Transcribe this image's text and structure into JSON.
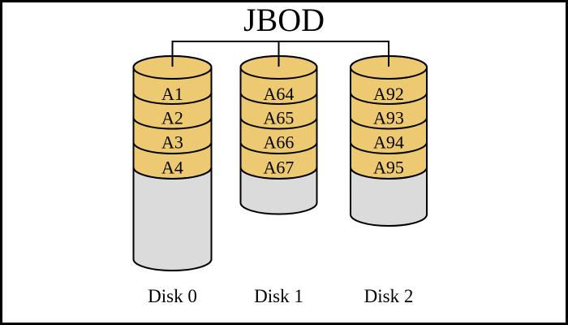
{
  "title": "JBOD",
  "colors": {
    "platter_fill": "#EDC971",
    "body_fill": "#DBDBDB",
    "line": "#000000",
    "background": "#FFFFFF"
  },
  "disks": [
    {
      "label": "Disk 0",
      "segments": [
        "A1",
        "A2",
        "A3",
        "A4"
      ]
    },
    {
      "label": "Disk 1",
      "segments": [
        "A64",
        "A65",
        "A66",
        "A67"
      ]
    },
    {
      "label": "Disk 2",
      "segments": [
        "A92",
        "A93",
        "A94",
        "A95"
      ]
    }
  ]
}
